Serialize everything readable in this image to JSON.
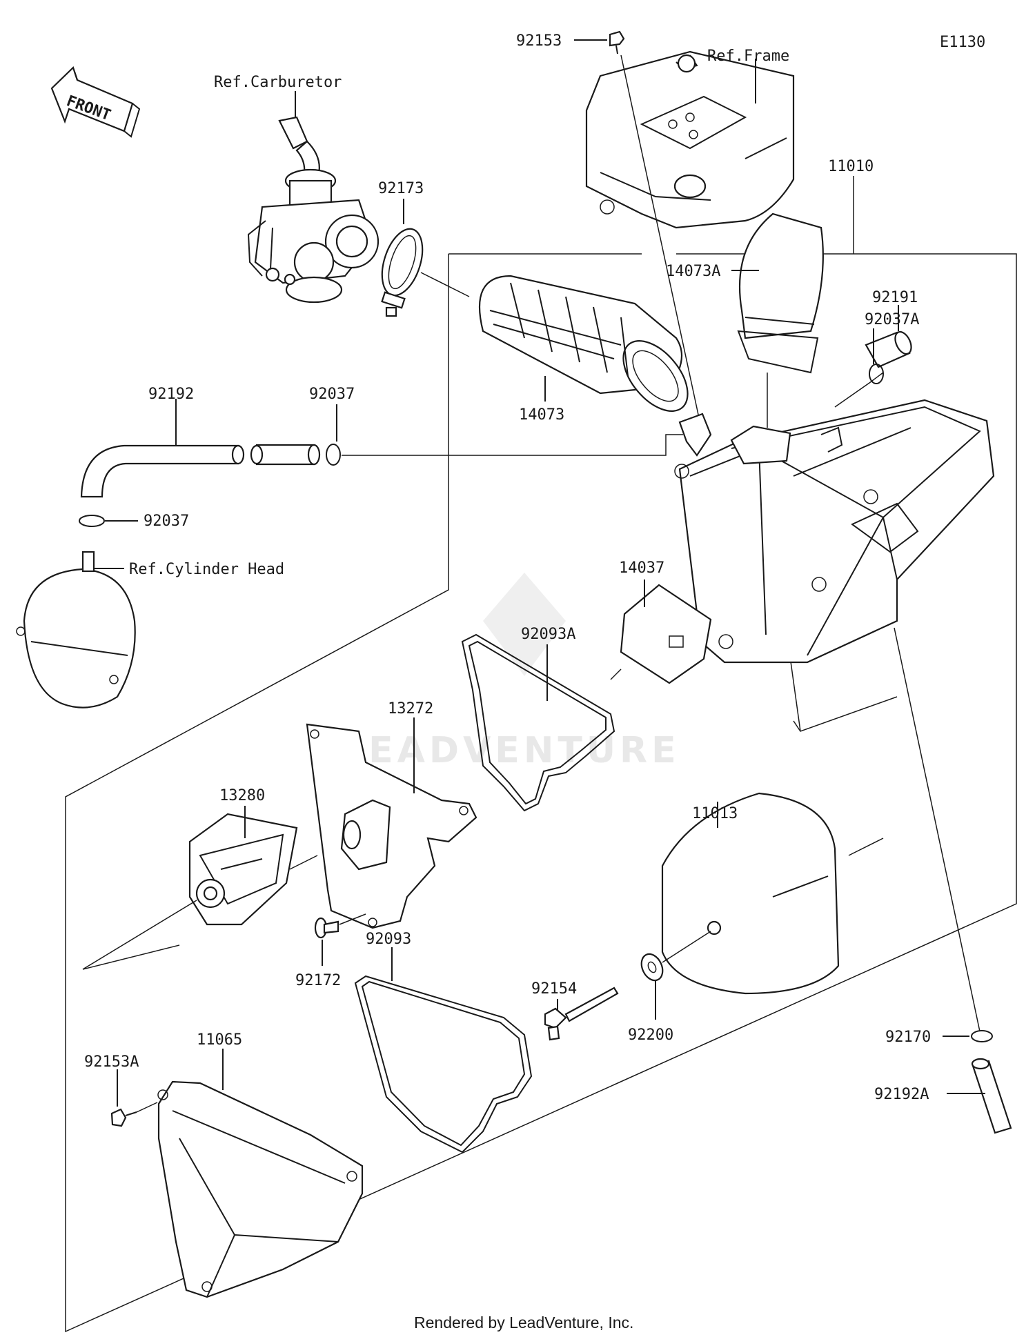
{
  "diagram_code": "E1130",
  "front_arrow_label": "FRONT",
  "footer": "Rendered by LeadVenture, Inc.",
  "watermark": "LEADVENTURE",
  "references": {
    "carburetor": "Ref.Carburetor",
    "frame": "Ref.Frame",
    "cylinder_head": "Ref.Cylinder Head"
  },
  "part_labels": {
    "p92153": "92153",
    "p92173": "92173",
    "p11010": "11010",
    "p14073A": "14073A",
    "p92191": "92191",
    "p92037A": "92037A",
    "p92192": "92192",
    "p92037_top": "92037",
    "p14073": "14073",
    "p92037_bottom": "92037",
    "p14037": "14037",
    "p92093A": "92093A",
    "p13272": "13272",
    "p13280": "13280",
    "p11013": "11013",
    "p92172": "92172",
    "p92093": "92093",
    "p92154": "92154",
    "p92200": "92200",
    "p92170": "92170",
    "p92192A": "92192A",
    "p11065": "11065",
    "p92153A": "92153A"
  }
}
